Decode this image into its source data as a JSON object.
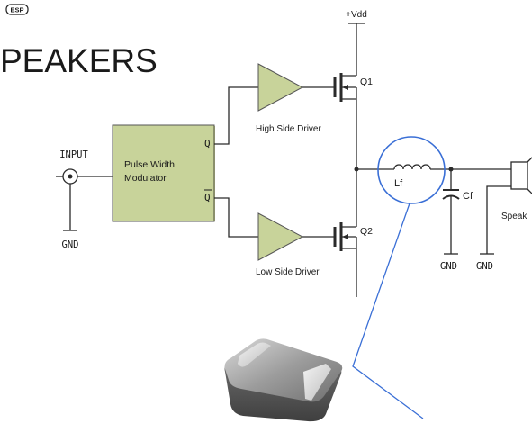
{
  "header": {
    "logo_text": "ESP",
    "title_fragment": "PEAKERS"
  },
  "supply_label": "+Vdd",
  "modulator": {
    "label_line1": "Pulse Width",
    "label_line2": "Modulator",
    "q_label": "Q",
    "qbar_label": "Q"
  },
  "input": {
    "label": "INPUT",
    "gnd_label": "GND"
  },
  "drivers": {
    "high_label": "High Side Driver",
    "low_label": "Low Side Driver"
  },
  "mosfets": {
    "q1_label": "Q1",
    "q2_label": "Q2"
  },
  "filter": {
    "inductor_label": "Lf",
    "capacitor_label": "Cf",
    "cap_gnd_label": "GND"
  },
  "speaker": {
    "label": "Speak",
    "gnd_label": "GND"
  },
  "colors": {
    "highlight_circle": "#3a6fd6",
    "driver_fill": "#c8d39a",
    "modulator_fill": "#c8d39a",
    "wire": "#2a2a2a"
  }
}
